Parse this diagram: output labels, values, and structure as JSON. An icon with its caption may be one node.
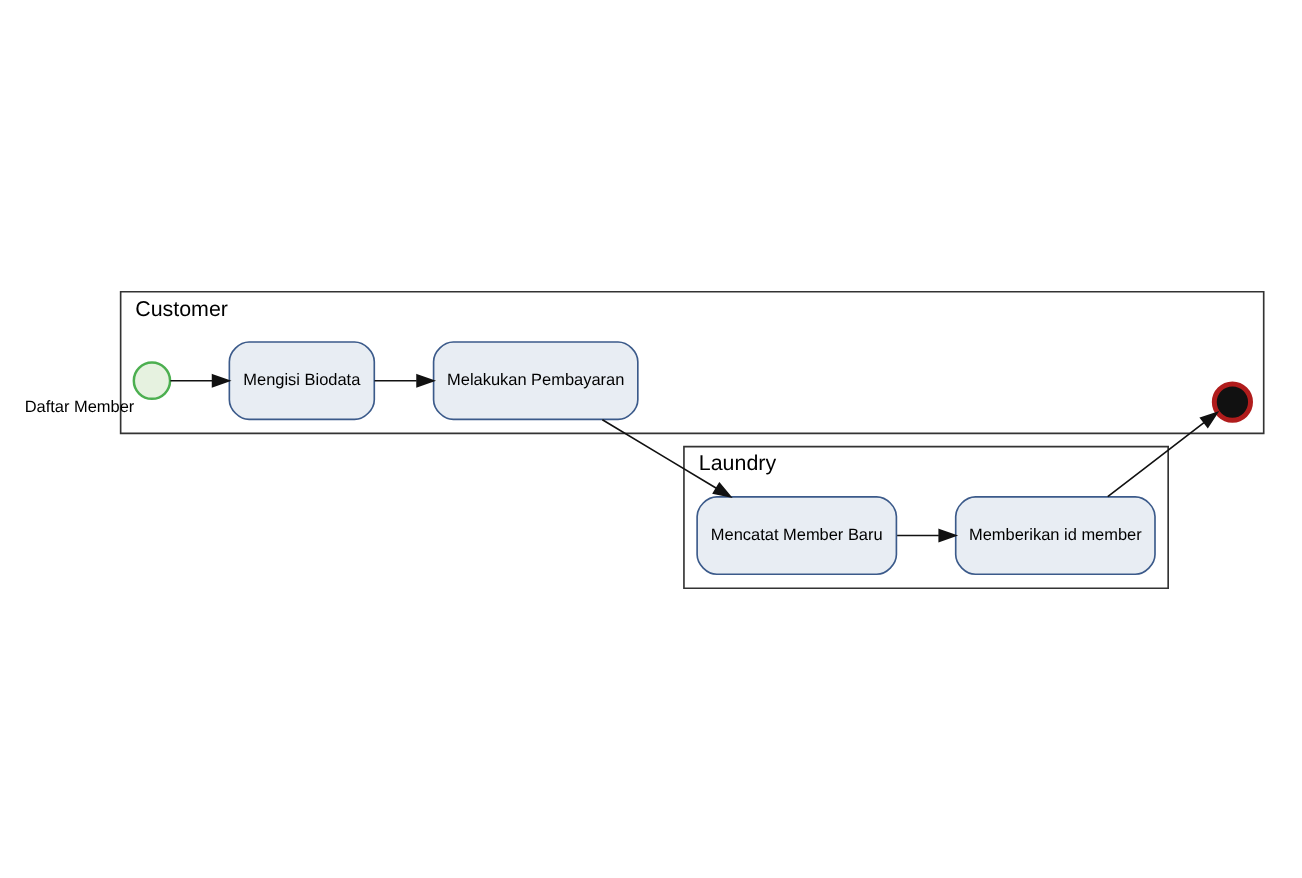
{
  "diagram": {
    "nodes": [
      {
        "text": [
          "Customer"
        ]
      },
      {
        "text": [
          "Laundry"
        ]
      },
      {
        "text": [],
        "shape": "circle",
        "in": 0,
        "beside": [
          "Daftar Member"
        ]
      },
      {
        "text": [
          "Mengisi Biodata"
        ],
        "in": 0
      },
      {
        "text": [
          "Melakukan Pembayaran"
        ],
        "in": 0
      },
      {
        "text": [],
        "shape": "circle",
        "in": 0
      },
      {
        "text": [
          "Mencatat Member Baru"
        ],
        "in": 1
      },
      {
        "text": [
          "Memberikan id member"
        ],
        "in": 1
      }
    ],
    "edges": [
      {
        "from": 2,
        "to": 3,
        "arrow": "to"
      },
      {
        "from": 3,
        "to": 4,
        "arrow": "to"
      },
      {
        "from": 4,
        "to": 6,
        "arrow": "to"
      },
      {
        "from": 6,
        "to": 7,
        "arrow": "to"
      },
      {
        "from": 7,
        "to": 5,
        "arrow": "to"
      }
    ]
  }
}
